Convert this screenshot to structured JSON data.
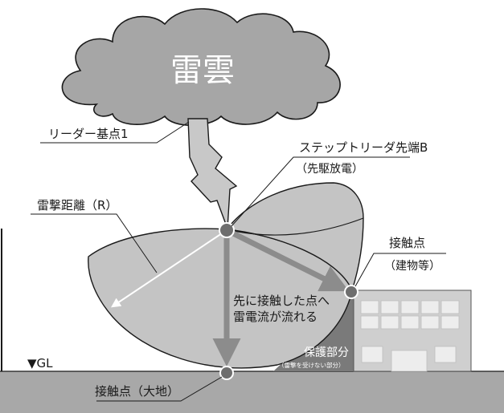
{
  "cloud": {
    "label": "雷雲"
  },
  "labels": {
    "leader_base": "リーダー基点1",
    "step_leader_tip": "ステップトリーダ先端B",
    "step_leader_note": "（先駆放電）",
    "strike_distance": "雷撃距離（R）",
    "contact_building": "接触点",
    "contact_building_note": "（建物等）",
    "current_flow_line1": "先に接触した点へ",
    "current_flow_line2": "雷電流が流れる",
    "protected_zone": "保護部分",
    "protected_zone_note": "（雷撃を受けない部分）",
    "ground_level": "▼GL",
    "contact_ground": "接触点（大地）"
  },
  "colors": {
    "sky_gray": "#bdbdbd",
    "sphere_fill": "#c4c4c4",
    "ground": "#a8a8a8",
    "protected_zone": "#7a7a7a",
    "arrow": "#8c8c8c",
    "building": "#cfcfcf"
  }
}
